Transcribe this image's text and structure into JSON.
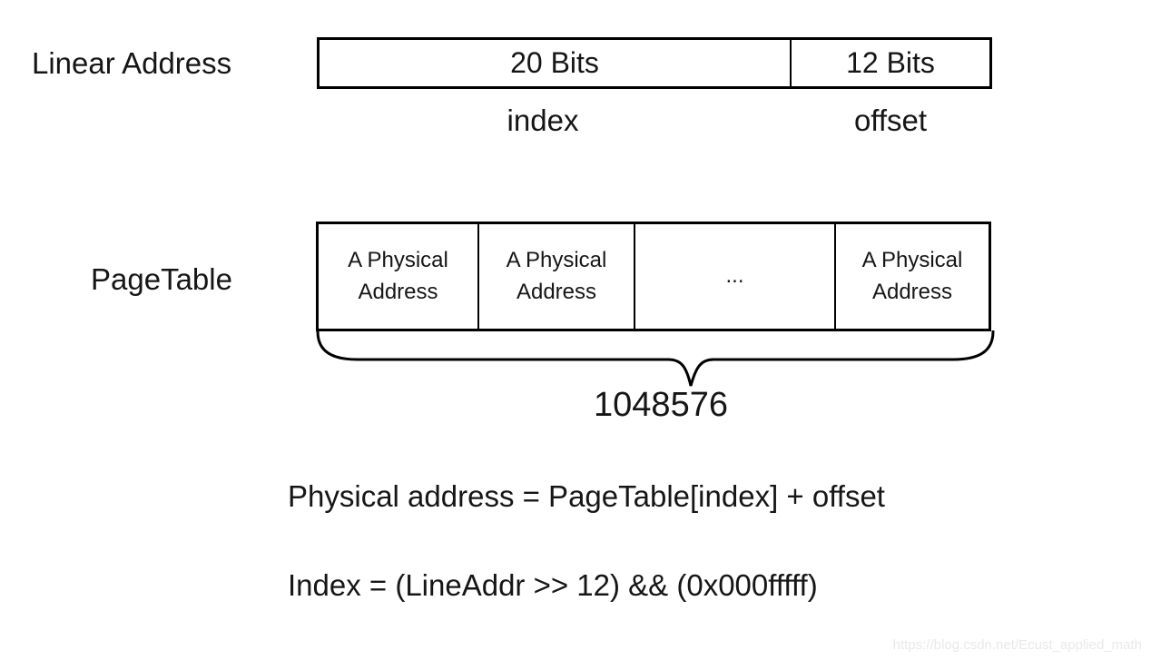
{
  "diagram": {
    "title_left": "Linear Address",
    "page_table_label": "PageTable",
    "linear_address_box": {
      "cells": [
        {
          "label": "20 Bits",
          "sub_label": "index"
        },
        {
          "label": "12 Bits",
          "sub_label": "offset"
        }
      ]
    },
    "page_table_box": {
      "cells": [
        "A Physical Address",
        "A Physical Address",
        "...",
        "A Physical Address"
      ],
      "entry_count": "1048576"
    },
    "equations": [
      "Physical address = PageTable[index] + offset",
      "Index = (LineAddr >> 12) && (0x000fffff)"
    ],
    "watermark": "https://blog.csdn.net/Ecust_applied_math",
    "colors": {
      "line": "#000000",
      "background": "#ffffff",
      "watermark": "#e9e9e9"
    }
  }
}
